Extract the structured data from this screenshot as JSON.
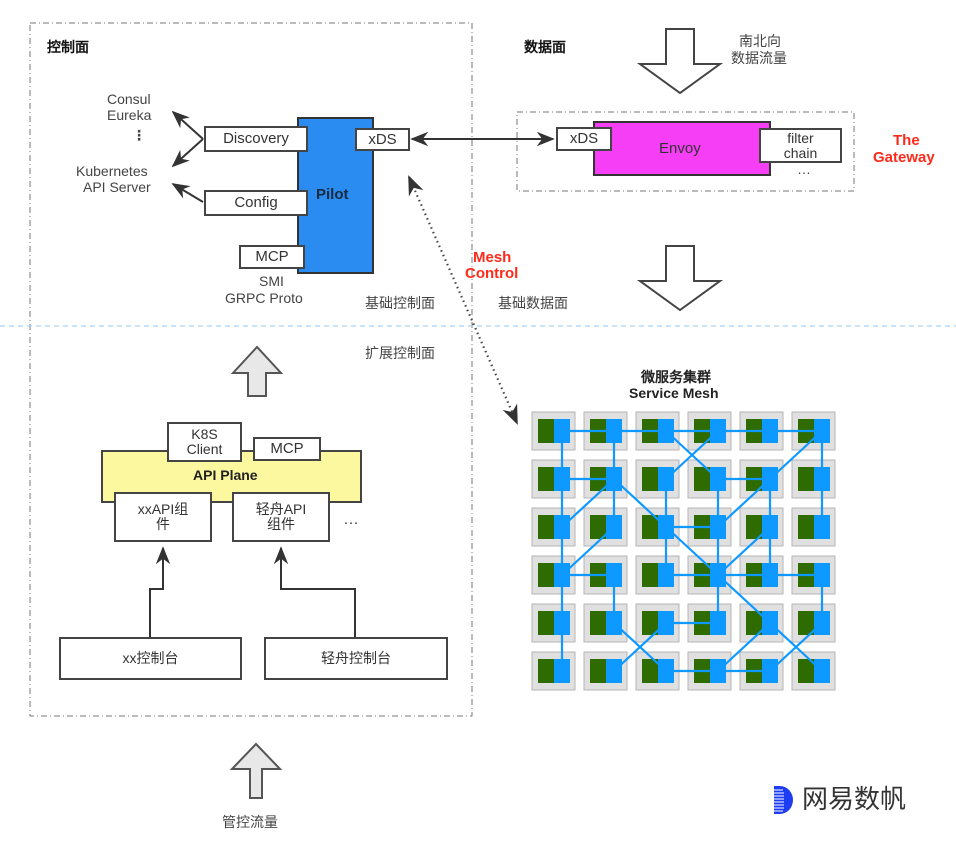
{
  "control_plane": {
    "title": "控制面",
    "registries": {
      "line1": "Consul",
      "line2": "Eureka",
      "dots": "⋮",
      "line3": "Kubernetes",
      "line4": "API Server"
    },
    "pilot": {
      "label": "Pilot",
      "color": "#2a8cf0"
    },
    "discovery": "Discovery",
    "config": "Config",
    "mcp": "MCP",
    "xds": "xDS",
    "smi_line1": "SMI",
    "smi_line2": "GRPC Proto",
    "basic_label": "基础控制面",
    "extended_label": "扩展控制面",
    "api_plane": {
      "label": "API Plane",
      "color": "#fbf8a0"
    },
    "k8s_client_line1": "K8S",
    "k8s_client_line2": "Client",
    "api_mcp": "MCP",
    "xx_api_line1": "xxAPI组",
    "xx_api_line2": "件",
    "qz_api_line1": "轻舟API",
    "qz_api_line2": "组件",
    "ellipsis": "…",
    "xx_console": "xx控制台",
    "qz_console": "轻舟控制台"
  },
  "data_plane": {
    "title": "数据面",
    "ns_traffic_line1": "南北向",
    "ns_traffic_line2": "数据流量",
    "envoy": {
      "label": "Envoy",
      "color": "#f53ef5"
    },
    "xds": "xDS",
    "filter_line1": "filter",
    "filter_line2": "chain",
    "ellipsis": "…",
    "gateway_line1": "The",
    "gateway_line2": "Gateway",
    "basic_label": "基础数据面",
    "mesh_title_line1": "微服务集群",
    "mesh_title_line2": "Service Mesh",
    "mesh_colors": {
      "app": "#2e6b00",
      "sidecar": "#0d99ff",
      "cell": "#e0e0e0",
      "link": "#0d99ff"
    },
    "mesh_grid": {
      "rows": 6,
      "cols": 6
    },
    "mesh_links": [
      [
        [
          0,
          0
        ],
        [
          0,
          1
        ]
      ],
      [
        [
          0,
          1
        ],
        [
          0,
          2
        ]
      ],
      [
        [
          0,
          2
        ],
        [
          0,
          3
        ]
      ],
      [
        [
          0,
          3
        ],
        [
          0,
          4
        ]
      ],
      [
        [
          0,
          4
        ],
        [
          0,
          5
        ]
      ],
      [
        [
          0,
          2
        ],
        [
          1,
          3
        ]
      ],
      [
        [
          0,
          3
        ],
        [
          1,
          2
        ]
      ],
      [
        [
          0,
          5
        ],
        [
          1,
          4
        ]
      ],
      [
        [
          0,
          0
        ],
        [
          1,
          0
        ]
      ],
      [
        [
          0,
          1
        ],
        [
          1,
          1
        ]
      ],
      [
        [
          0,
          5
        ],
        [
          1,
          5
        ]
      ],
      [
        [
          1,
          0
        ],
        [
          1,
          1
        ]
      ],
      [
        [
          1,
          3
        ],
        [
          1,
          4
        ]
      ],
      [
        [
          1,
          1
        ],
        [
          2,
          0
        ]
      ],
      [
        [
          1,
          1
        ],
        [
          2,
          2
        ]
      ],
      [
        [
          1,
          1
        ],
        [
          2,
          1
        ]
      ],
      [
        [
          1,
          2
        ],
        [
          2,
          2
        ]
      ],
      [
        [
          1,
          3
        ],
        [
          2,
          3
        ]
      ],
      [
        [
          1,
          4
        ],
        [
          2,
          4
        ]
      ],
      [
        [
          1,
          4
        ],
        [
          2,
          3
        ]
      ],
      [
        [
          1,
          5
        ],
        [
          2,
          5
        ]
      ],
      [
        [
          1,
          0
        ],
        [
          2,
          0
        ]
      ],
      [
        [
          2,
          2
        ],
        [
          2,
          3
        ]
      ],
      [
        [
          2,
          0
        ],
        [
          3,
          0
        ]
      ],
      [
        [
          2,
          1
        ],
        [
          3,
          0
        ]
      ],
      [
        [
          2,
          2
        ],
        [
          3,
          2
        ]
      ],
      [
        [
          2,
          2
        ],
        [
          3,
          3
        ]
      ],
      [
        [
          2,
          3
        ],
        [
          3,
          3
        ]
      ],
      [
        [
          2,
          4
        ],
        [
          3,
          3
        ]
      ],
      [
        [
          2,
          4
        ],
        [
          3,
          4
        ]
      ],
      [
        [
          3,
          0
        ],
        [
          3,
          1
        ]
      ],
      [
        [
          3,
          2
        ],
        [
          3,
          3
        ]
      ],
      [
        [
          3,
          3
        ],
        [
          3,
          4
        ]
      ],
      [
        [
          3,
          4
        ],
        [
          3,
          5
        ]
      ],
      [
        [
          3,
          0
        ],
        [
          4,
          0
        ]
      ],
      [
        [
          3,
          1
        ],
        [
          4,
          1
        ]
      ],
      [
        [
          3,
          3
        ],
        [
          4,
          3
        ]
      ],
      [
        [
          3,
          3
        ],
        [
          4,
          4
        ]
      ],
      [
        [
          3,
          5
        ],
        [
          4,
          5
        ]
      ],
      [
        [
          4,
          2
        ],
        [
          4,
          3
        ]
      ],
      [
        [
          4,
          0
        ],
        [
          5,
          0
        ]
      ],
      [
        [
          4,
          1
        ],
        [
          5,
          2
        ]
      ],
      [
        [
          4,
          2
        ],
        [
          5,
          1
        ]
      ],
      [
        [
          4,
          4
        ],
        [
          5,
          3
        ]
      ],
      [
        [
          4,
          4
        ],
        [
          5,
          5
        ]
      ],
      [
        [
          4,
          5
        ],
        [
          5,
          4
        ]
      ],
      [
        [
          5,
          2
        ],
        [
          5,
          3
        ]
      ],
      [
        [
          5,
          3
        ],
        [
          5,
          4
        ]
      ]
    ]
  },
  "mesh_control": {
    "line1": "Mesh",
    "line2": "Control"
  },
  "mgmt_traffic": "管控流量",
  "logo": {
    "text": "网易数帆",
    "color": "#1f3df0"
  }
}
